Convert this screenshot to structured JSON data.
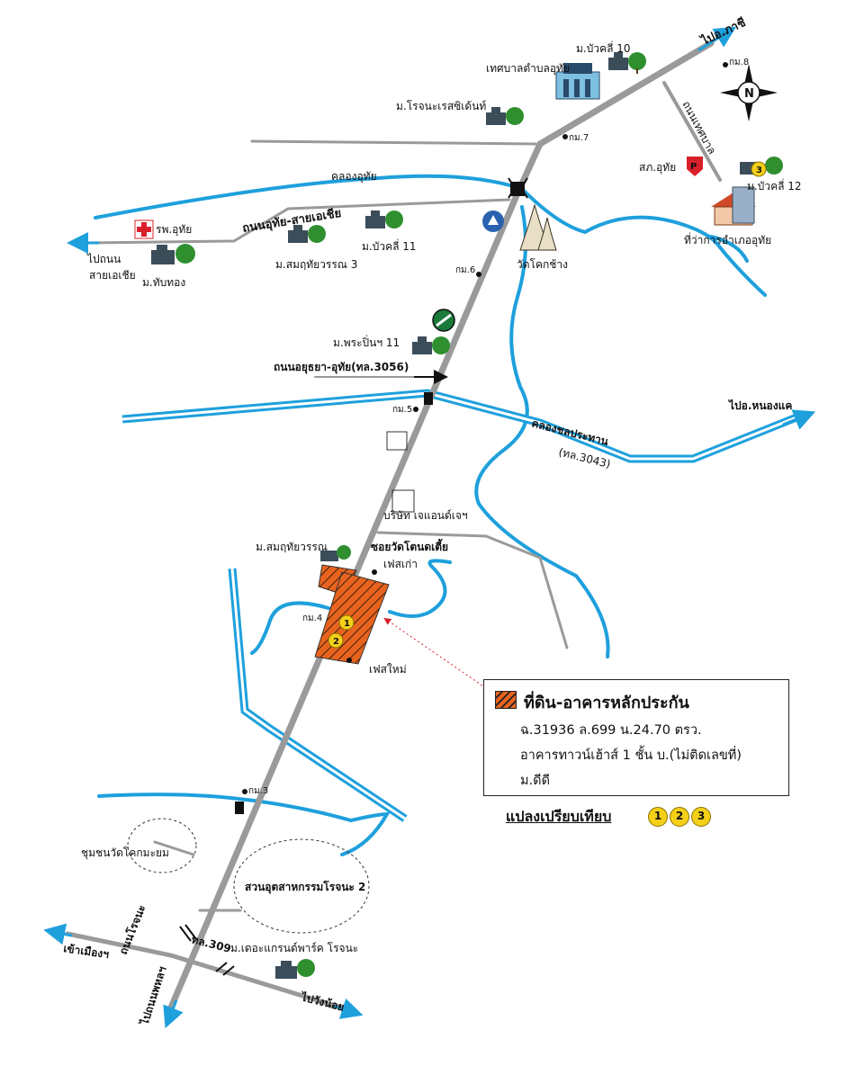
{
  "colors": {
    "road": "#9a9a9a",
    "waterway": "#1ea0dc",
    "plot": "#e8631e",
    "marker": "#f4d019"
  },
  "compass": {
    "label": "N"
  },
  "labels": {
    "to_phachi": "ไปอ.ภาชี",
    "km8": "กม.8",
    "ban_bua_khli_10": "ม.บัวคลี่ 10",
    "tessaban": "เทศบาลตำบลอุทัย",
    "rojana_residence": "ม.โรจนะเรสซิเด้นท์",
    "km7": "กม.7",
    "tessaban_road": "ถนนเทศบาล",
    "police": "สภ.อุทัย",
    "ban_bua_khli_12": "ม.บัวคลี่ 12",
    "district_office": "ที่ว่าการอำเภออุทัย",
    "khlong_uthai": "คลองอุทัย",
    "uthai_asia_road": "ถนนอุทัย-สายเอเชีย",
    "hospital": "รพ.อุทัย",
    "to_asia_road_1": "ไปถนน",
    "to_asia_road_2": "สายเอเชีย",
    "ban_thap_thong": "ม.ทับทอง",
    "ban_somruethai_3": "ม.สมฤทัยวรรณ 3",
    "ban_bua_khli_11": "ม.บัวคลี่ 11",
    "wat_khok_chang": "วัดโคกช้าง",
    "km6": "กม.6",
    "ban_phra_pin_11": "ม.พระปิ่นฯ 11",
    "ayutthaya_uthai_road": "ถนนอยุธยา-อุทัย(ทล.3056)",
    "to_nong_khae": "ไปอ.หนองแค",
    "km5": "กม.5",
    "khlong_chonprathan": "คลองชลประทาน",
    "route_3043": "(ทล.3043)",
    "company": "บริษัท เจแอนด์เจฯ",
    "ban_somruethai": "ม.สมฤทัยวรรณ",
    "soi_wat": "ซอยวัดโตนดเตี้ย",
    "old_phase": "เฟสเก่า",
    "km4": "กม.4",
    "new_phase": "เฟสใหม่",
    "km3": "กม.3",
    "community": "ชุมชนวัดโคกมะยม",
    "industrial_park": "สวนอุตสาหกรรมโรจนะ 2",
    "to_city": "เข้าเมืองฯ",
    "rojana_road": "ถนนโรจนะ",
    "route_309": "ทล.309",
    "grand_park": "ม.เดอะแกรนด์พาร์ค โรจนะ",
    "to_wang_noi": "ไปวังน้อย",
    "to_phahon": "ไปถนนพหลฯ"
  },
  "markers": [
    "1",
    "2",
    "3"
  ],
  "legend": {
    "title": "ที่ดิน-อาคารหลักประกัน",
    "line1": "ฉ.31936  ล.699  น.24.70 ตรว.",
    "line2": "อาคารทาวน์เฮ้าส์ 1 ชั้น บ.(ไม่ติดเลขที่)",
    "line3": "ม.ดีดี"
  },
  "comparison": {
    "label": "แปลงเปรียบเทียบ",
    "markers": [
      "1",
      "2",
      "3"
    ]
  }
}
